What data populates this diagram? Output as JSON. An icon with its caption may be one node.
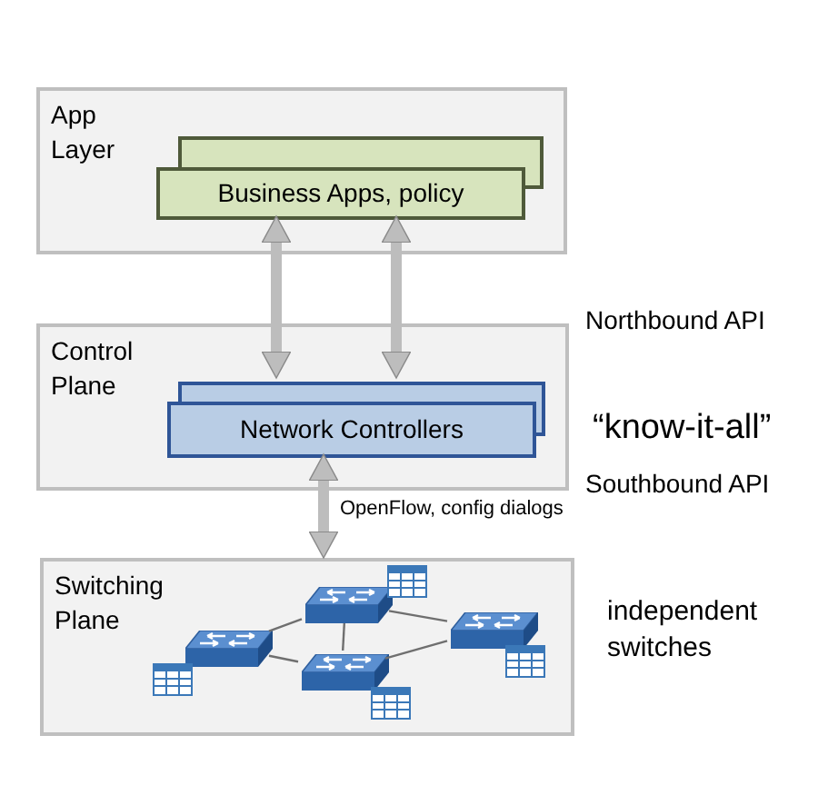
{
  "diagram": {
    "nodes": [
      {
        "text": [
          "App Layer"
        ]
      },
      {
        "text": [
          "Business Apps, policy"
        ],
        "in": 0
      },
      {
        "text": [
          "Control Plane"
        ]
      },
      {
        "text": [
          "Network Controllers"
        ],
        "in": 2
      },
      {
        "text": [
          "Switching Plane"
        ]
      },
      {
        "text": [],
        "shape": "picture",
        "in": 4
      },
      {
        "text": [],
        "shape": "picture",
        "in": 4
      },
      {
        "text": [],
        "shape": "picture",
        "in": 4
      },
      {
        "text": [],
        "shape": "picture",
        "in": 4
      }
    ],
    "edges": [
      {
        "from": 1,
        "to": 3,
        "arrow": "both",
        "style": "thick",
        "color": "#bdbdbd"
      },
      {
        "from": 1,
        "to": 3,
        "arrow": "both",
        "style": "thick",
        "color": "#bdbdbd"
      },
      {
        "from": 3,
        "to": 4,
        "arrow": "both",
        "style": "thick",
        "color": "#bdbdbd",
        "label": "OpenFlow, config dialogs"
      },
      {
        "from": 5,
        "to": 6,
        "arrow": "none"
      },
      {
        "from": 5,
        "to": 7,
        "arrow": "none"
      },
      {
        "from": 6,
        "to": 7,
        "arrow": "none"
      },
      {
        "from": 6,
        "to": 8,
        "arrow": "none"
      },
      {
        "from": 7,
        "to": 8,
        "arrow": "none"
      }
    ],
    "labels": [
      "Northbound API",
      "“know-it-all”",
      "Southbound API",
      "independent switches"
    ]
  }
}
